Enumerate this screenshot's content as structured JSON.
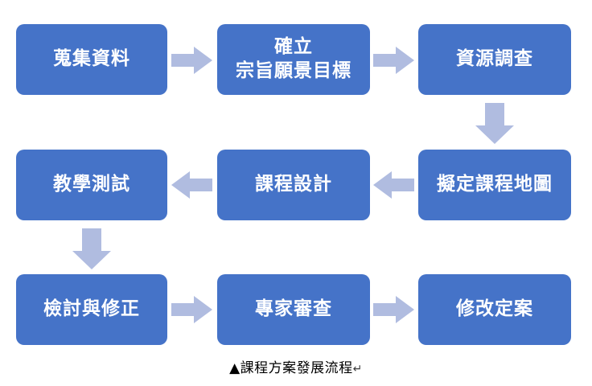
{
  "diagram": {
    "title_caption": "▲課程方案發展流程",
    "caption_return_mark": "↵",
    "colors": {
      "node_fill": "#4573C8",
      "node_text": "#FFFFFF",
      "arrow_fill": "#B0BCE0",
      "background": "#FFFFFF",
      "caption_text": "#000000"
    },
    "rows": [
      {
        "direction": "left-to-right",
        "nodes": [
          {
            "id": "node-gather-data",
            "lines": [
              "蒐集資料"
            ]
          },
          {
            "id": "node-establish-goals",
            "lines": [
              "確立",
              "宗旨願景目標"
            ]
          },
          {
            "id": "node-resource-survey",
            "lines": [
              "資源調查"
            ]
          }
        ]
      },
      {
        "direction": "right-to-left",
        "nodes": [
          {
            "id": "node-teaching-test",
            "lines": [
              "教學測試"
            ]
          },
          {
            "id": "node-course-design",
            "lines": [
              "課程設計"
            ]
          },
          {
            "id": "node-course-map",
            "lines": [
              "擬定課程地圖"
            ]
          }
        ]
      },
      {
        "direction": "left-to-right",
        "nodes": [
          {
            "id": "node-review-revise",
            "lines": [
              "檢討與修正"
            ]
          },
          {
            "id": "node-expert-review",
            "lines": [
              "專家審查"
            ]
          },
          {
            "id": "node-final-revision",
            "lines": [
              "修改定案"
            ]
          }
        ]
      }
    ],
    "connectors": [
      {
        "id": "arrow-gather-to-goals",
        "icon": "arrow-right-icon"
      },
      {
        "id": "arrow-goals-to-survey",
        "icon": "arrow-right-icon"
      },
      {
        "id": "arrow-survey-to-map",
        "icon": "arrow-down-icon"
      },
      {
        "id": "arrow-map-to-design",
        "icon": "arrow-left-icon"
      },
      {
        "id": "arrow-design-to-test",
        "icon": "arrow-left-icon"
      },
      {
        "id": "arrow-test-to-review",
        "icon": "arrow-down-icon"
      },
      {
        "id": "arrow-review-to-expert",
        "icon": "arrow-right-icon"
      },
      {
        "id": "arrow-expert-to-final",
        "icon": "arrow-right-icon"
      }
    ]
  }
}
